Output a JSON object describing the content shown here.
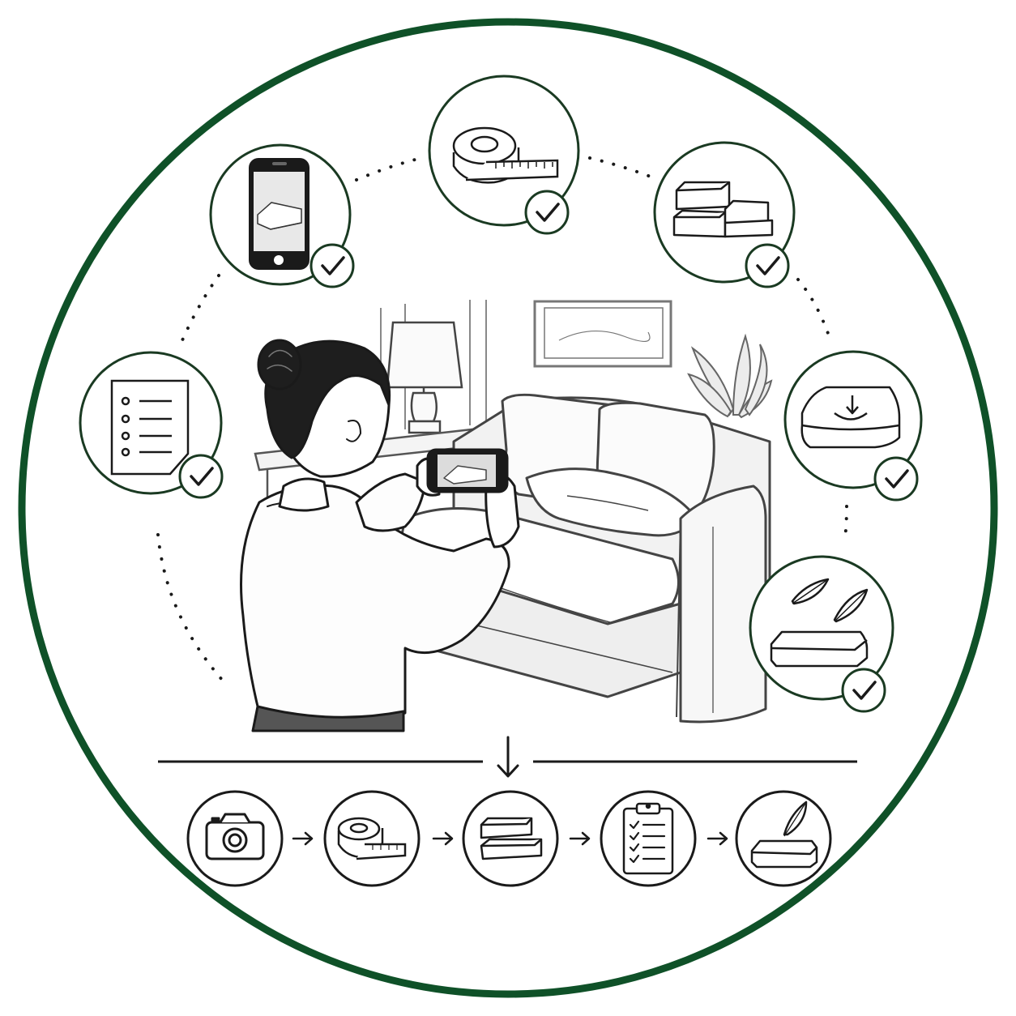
{
  "colors": {
    "frame": "#0f5128",
    "badge": "#1a3a22",
    "ink": "#1a1a1a",
    "sketch": "#555555",
    "paper": "#ffffff"
  },
  "orbit_steps": [
    {
      "name": "photo-step",
      "icon": "smartphone-photo-icon",
      "checked": true
    },
    {
      "name": "measure-step",
      "icon": "tape-measure-icon",
      "checked": true
    },
    {
      "name": "foam-stack-step",
      "icon": "foam-blocks-icon",
      "checked": true
    },
    {
      "name": "firmness-step",
      "icon": "cushion-press-icon",
      "checked": true
    },
    {
      "name": "fill-step",
      "icon": "feather-cushion-icon",
      "checked": true
    },
    {
      "name": "checklist-step",
      "icon": "checklist-icon",
      "checked": true
    }
  ],
  "process_flow": [
    {
      "name": "flow-photo",
      "icon": "camera-icon"
    },
    {
      "name": "flow-measure",
      "icon": "tape-measure-icon"
    },
    {
      "name": "flow-foam",
      "icon": "foam-blocks-icon"
    },
    {
      "name": "flow-checklist",
      "icon": "clipboard-checklist-icon"
    },
    {
      "name": "flow-finish",
      "icon": "feather-cushion-icon"
    }
  ],
  "scene": {
    "subject": "woman-photographing-sofa-cushion",
    "flow_arrow_icon": "arrow-down-icon",
    "step_arrow_icon": "arrow-right-icon"
  }
}
